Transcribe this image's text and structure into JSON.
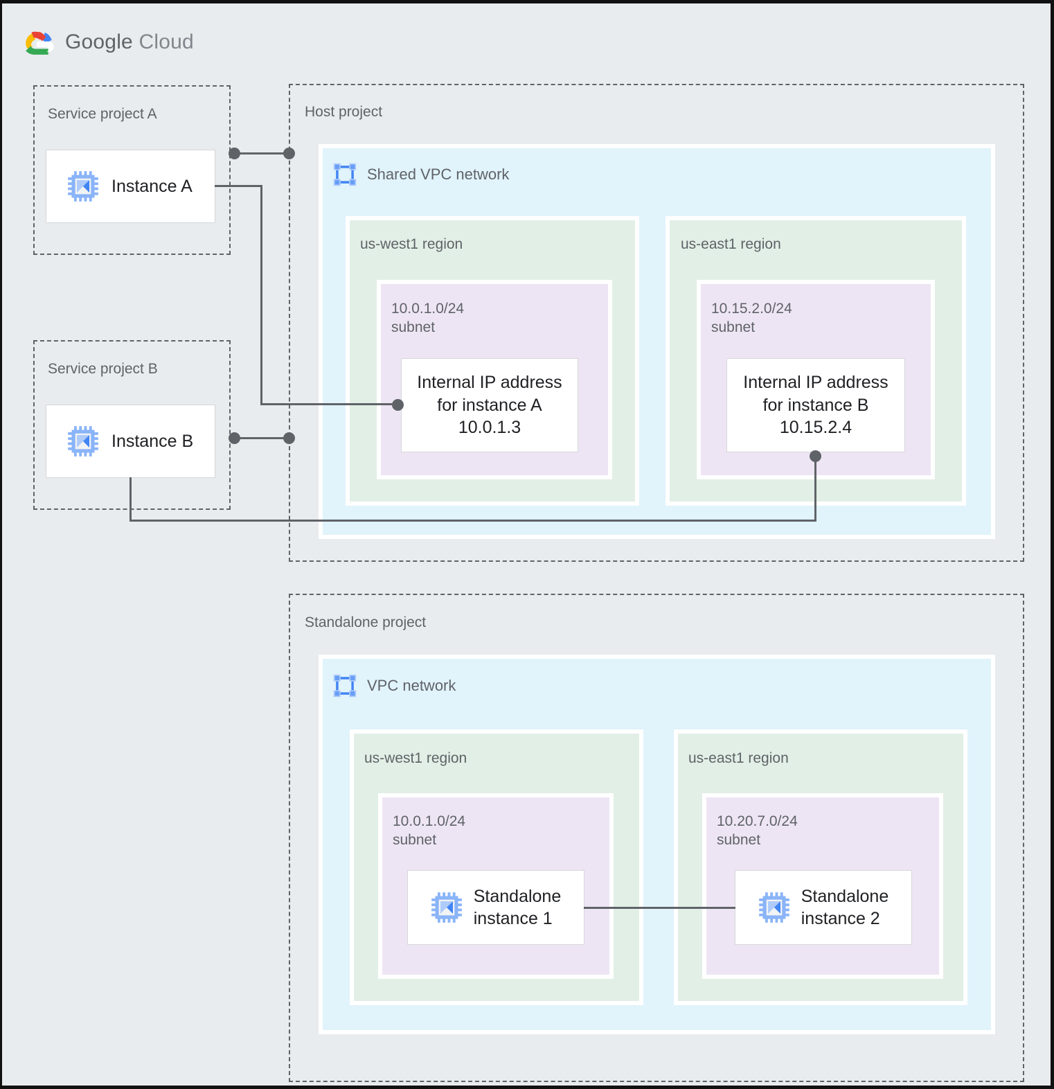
{
  "brand": {
    "name": "Google Cloud",
    "word_google": "Google",
    "word_cloud": "Cloud",
    "logo_icon": "google-cloud-logo-icon"
  },
  "projects": {
    "service_a": {
      "label": "Service project A",
      "instance": {
        "label": "Instance A",
        "icon": "compute-instance-chip-icon"
      }
    },
    "service_b": {
      "label": "Service project B",
      "instance": {
        "label": "Instance B",
        "icon": "compute-instance-chip-icon"
      }
    },
    "host": {
      "label": "Host project",
      "network": {
        "label": "Shared VPC network",
        "icon": "vpc-network-icon",
        "regions": [
          {
            "label": "us-west1 region",
            "subnet": {
              "cidr": "10.0.1.0/24",
              "kind": "subnet",
              "label": "10.0.1.0/24\nsubnet",
              "node": {
                "label": "Internal IP address\nfor instance A\n10.0.1.3",
                "line1": "Internal IP address",
                "line2": "for instance A",
                "ip": "10.0.1.3"
              }
            }
          },
          {
            "label": "us-east1 region",
            "subnet": {
              "cidr": "10.15.2.0/24",
              "kind": "subnet",
              "label": "10.15.2.0/24\nsubnet",
              "node": {
                "label": "Internal IP address\nfor instance B\n10.15.2.4",
                "line1": "Internal IP address",
                "line2": "for instance B",
                "ip": "10.15.2.4"
              }
            }
          }
        ]
      }
    },
    "standalone": {
      "label": "Standalone project",
      "network": {
        "label": "VPC network",
        "icon": "vpc-network-icon",
        "regions": [
          {
            "label": "us-west1 region",
            "subnet": {
              "cidr": "10.0.1.0/24",
              "kind": "subnet",
              "label": "10.0.1.0/24\nsubnet",
              "node": {
                "label": "Standalone\ninstance 1",
                "icon": "compute-instance-chip-icon"
              }
            }
          },
          {
            "label": "us-east1 region",
            "subnet": {
              "cidr": "10.20.7.0/24",
              "kind": "subnet",
              "label": "10.20.7.0/24\nsubnet",
              "node": {
                "label": "Standalone\ninstance 2",
                "icon": "compute-instance-chip-icon"
              }
            }
          }
        ]
      }
    }
  },
  "colors": {
    "page_background": "#e8ecee",
    "vpc_fill": "#e1f3fb",
    "region_fill": "#e2efe6",
    "subnet_fill": "#eee5f4",
    "card_fill": "#ffffff",
    "line": "#5f6368",
    "label_text": "#5f6368",
    "card_text": "#202124",
    "icon_blue": "#4285f4",
    "icon_blue_light": "#8ab4f8",
    "logo_red": "#ea4335",
    "logo_yellow": "#fbbc04",
    "logo_green": "#34a853",
    "logo_blue": "#4285f4"
  }
}
